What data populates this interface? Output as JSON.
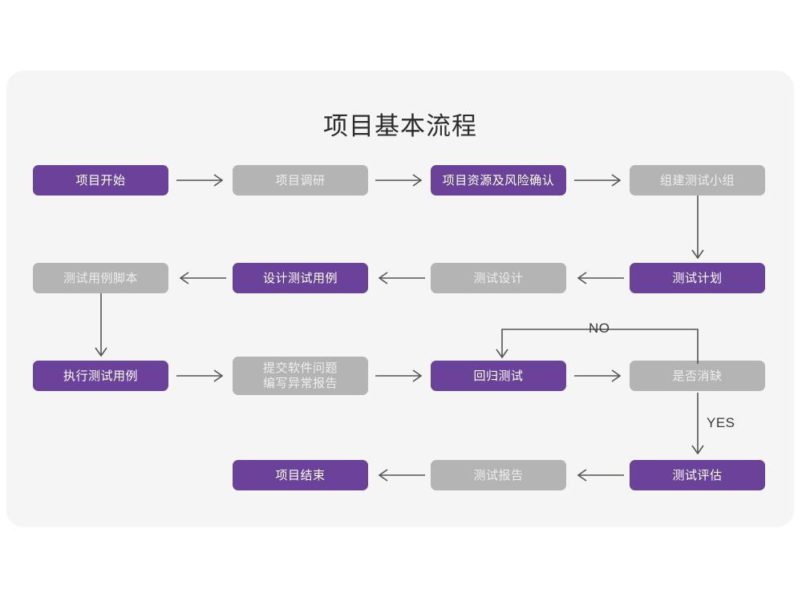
{
  "chart_data": {
    "type": "diagram",
    "title": "项目基本流程",
    "diagram_kind": "flowchart",
    "colors": {
      "page_background": "#ffffff",
      "panel_background": "#f5f5f6",
      "node_active": "#6a4299",
      "node_inactive": "#b4b4b4",
      "node_active_text": "#ffffff",
      "node_inactive_text": "#eeeeee",
      "connector": "#555555",
      "title_text": "#2b2b2b"
    },
    "nodes": [
      {
        "id": "n1",
        "label": "项目开始",
        "state": "active",
        "row": 1,
        "col": 1
      },
      {
        "id": "n2",
        "label": "项目调研",
        "state": "inactive",
        "row": 1,
        "col": 2
      },
      {
        "id": "n3",
        "label": "项目资源及风险确认",
        "state": "active",
        "row": 1,
        "col": 3
      },
      {
        "id": "n4",
        "label": "组建测试小组",
        "state": "inactive",
        "row": 1,
        "col": 4
      },
      {
        "id": "n5",
        "label": "测试用例脚本",
        "state": "inactive",
        "row": 2,
        "col": 1
      },
      {
        "id": "n6",
        "label": "设计测试用例",
        "state": "active",
        "row": 2,
        "col": 2
      },
      {
        "id": "n7",
        "label": "测试设计",
        "state": "inactive",
        "row": 2,
        "col": 3
      },
      {
        "id": "n8",
        "label": "测试计划",
        "state": "active",
        "row": 2,
        "col": 4
      },
      {
        "id": "n9",
        "label": "执行测试用例",
        "state": "active",
        "row": 3,
        "col": 1
      },
      {
        "id": "n10",
        "label": "提交软件问题\n编写异常报告",
        "state": "inactive",
        "row": 3,
        "col": 2
      },
      {
        "id": "n11",
        "label": "回归测试",
        "state": "active",
        "row": 3,
        "col": 3
      },
      {
        "id": "n12",
        "label": "是否消缺",
        "state": "inactive",
        "row": 3,
        "col": 4
      },
      {
        "id": "n13",
        "label": "项目结束",
        "state": "active",
        "row": 4,
        "col": 2
      },
      {
        "id": "n14",
        "label": "测试报告",
        "state": "inactive",
        "row": 4,
        "col": 3
      },
      {
        "id": "n15",
        "label": "测试评估",
        "state": "active",
        "row": 4,
        "col": 4
      }
    ],
    "edges": [
      {
        "from": "n1",
        "to": "n2",
        "label": "",
        "direction": "right"
      },
      {
        "from": "n2",
        "to": "n3",
        "label": "",
        "direction": "right"
      },
      {
        "from": "n3",
        "to": "n4",
        "label": "",
        "direction": "right"
      },
      {
        "from": "n4",
        "to": "n8",
        "label": "",
        "direction": "down"
      },
      {
        "from": "n8",
        "to": "n7",
        "label": "",
        "direction": "left"
      },
      {
        "from": "n7",
        "to": "n6",
        "label": "",
        "direction": "left"
      },
      {
        "from": "n6",
        "to": "n5",
        "label": "",
        "direction": "left"
      },
      {
        "from": "n5",
        "to": "n9",
        "label": "",
        "direction": "down"
      },
      {
        "from": "n9",
        "to": "n10",
        "label": "",
        "direction": "right"
      },
      {
        "from": "n10",
        "to": "n11",
        "label": "",
        "direction": "right"
      },
      {
        "from": "n11",
        "to": "n12",
        "label": "",
        "direction": "right"
      },
      {
        "from": "n12",
        "to": "n11",
        "label": "NO",
        "direction": "up-left-down"
      },
      {
        "from": "n12",
        "to": "n15",
        "label": "YES",
        "direction": "down"
      },
      {
        "from": "n15",
        "to": "n14",
        "label": "",
        "direction": "left"
      },
      {
        "from": "n14",
        "to": "n13",
        "label": "",
        "direction": "left"
      }
    ],
    "edge_labels": {
      "no": "NO",
      "yes": "YES"
    }
  }
}
